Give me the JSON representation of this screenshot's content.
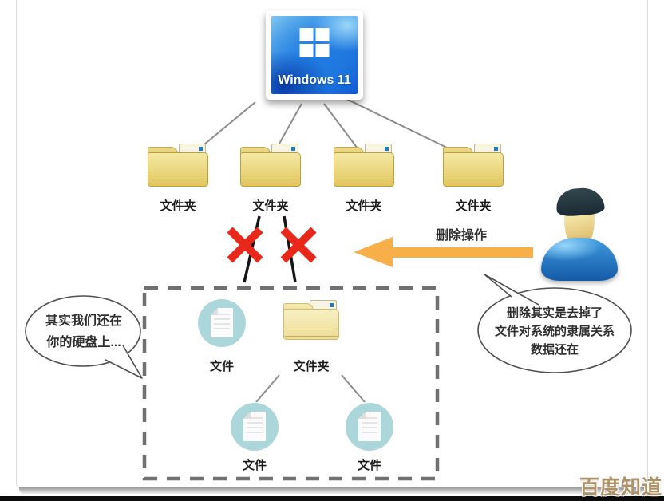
{
  "windows_card": {
    "title": "Windows 11"
  },
  "folders": {
    "labels": [
      "文件夹",
      "文件夹",
      "文件夹",
      "文件夹"
    ]
  },
  "delete_arrow": {
    "label": "删除操作",
    "color": "#F7AF4A"
  },
  "person_bubble": {
    "line1": "删除其实是去掉了",
    "line2": "文件对系统的隶属关系",
    "line3": "数据还在"
  },
  "disk_bubble": {
    "line1": "其实我们还在",
    "line2": "你的硬盘上..."
  },
  "deleted_area": {
    "file_label": "文件",
    "folder_label": "文件夹",
    "child_file_labels": [
      "文件",
      "文件"
    ]
  },
  "watermark": {
    "text": "百度知道",
    "color": "#AE9166"
  },
  "icons": {
    "windows-logo-icon": "four white squares grid",
    "folder-icon": "yellow folder with blue tag",
    "file-icon": "white document in teal circle",
    "user-icon": "blue person bust",
    "x-mark-icon": "red cross over link line",
    "arrow-left-icon": "orange leftward arrow"
  },
  "colors": {
    "folder_yellow": "#E9D276",
    "file_circle_teal": "#ACD7DA",
    "x_red": "#E8281B",
    "arrow_orange": "#F7AF4A",
    "line_gray": "#8C8C8C",
    "dashed_border_gray": "#707070",
    "text_dark": "#1F1F1F"
  }
}
